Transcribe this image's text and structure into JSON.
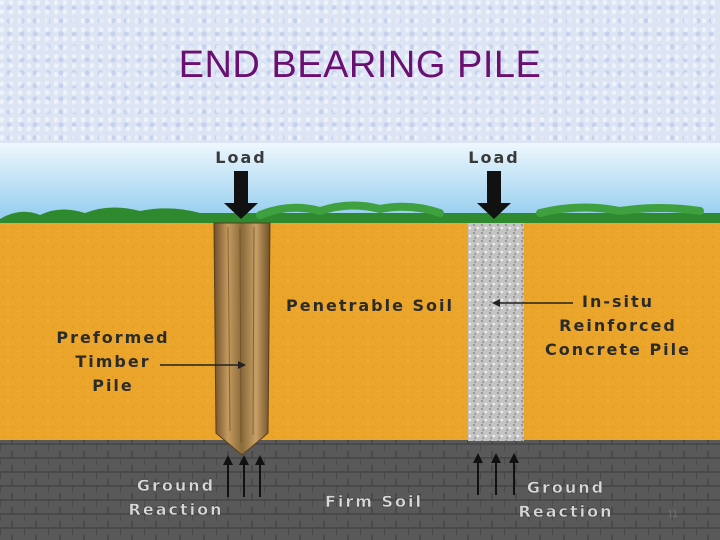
{
  "slide": {
    "title": "END BEARING PILE",
    "page_number": "11"
  },
  "diagram": {
    "load_left": "Load",
    "load_right": "Load",
    "penetrable_soil": "Penetrable Soil",
    "preformed_label": [
      "Preformed",
      "Timber",
      "Pile"
    ],
    "insitu_label": [
      "In-situ",
      "Reinforced",
      "Concrete Pile"
    ],
    "ground_reaction_left": [
      "Ground",
      "Reaction"
    ],
    "ground_reaction_right": [
      "Ground",
      "Reaction"
    ],
    "firm_soil": "Firm Soil",
    "colors": {
      "sky": "#bfe0f3",
      "soil": "#e9a528",
      "firm": "#555555",
      "timber": "#a8844f",
      "concrete": "#bdbdbd",
      "grass": "#2f8a2f"
    }
  }
}
